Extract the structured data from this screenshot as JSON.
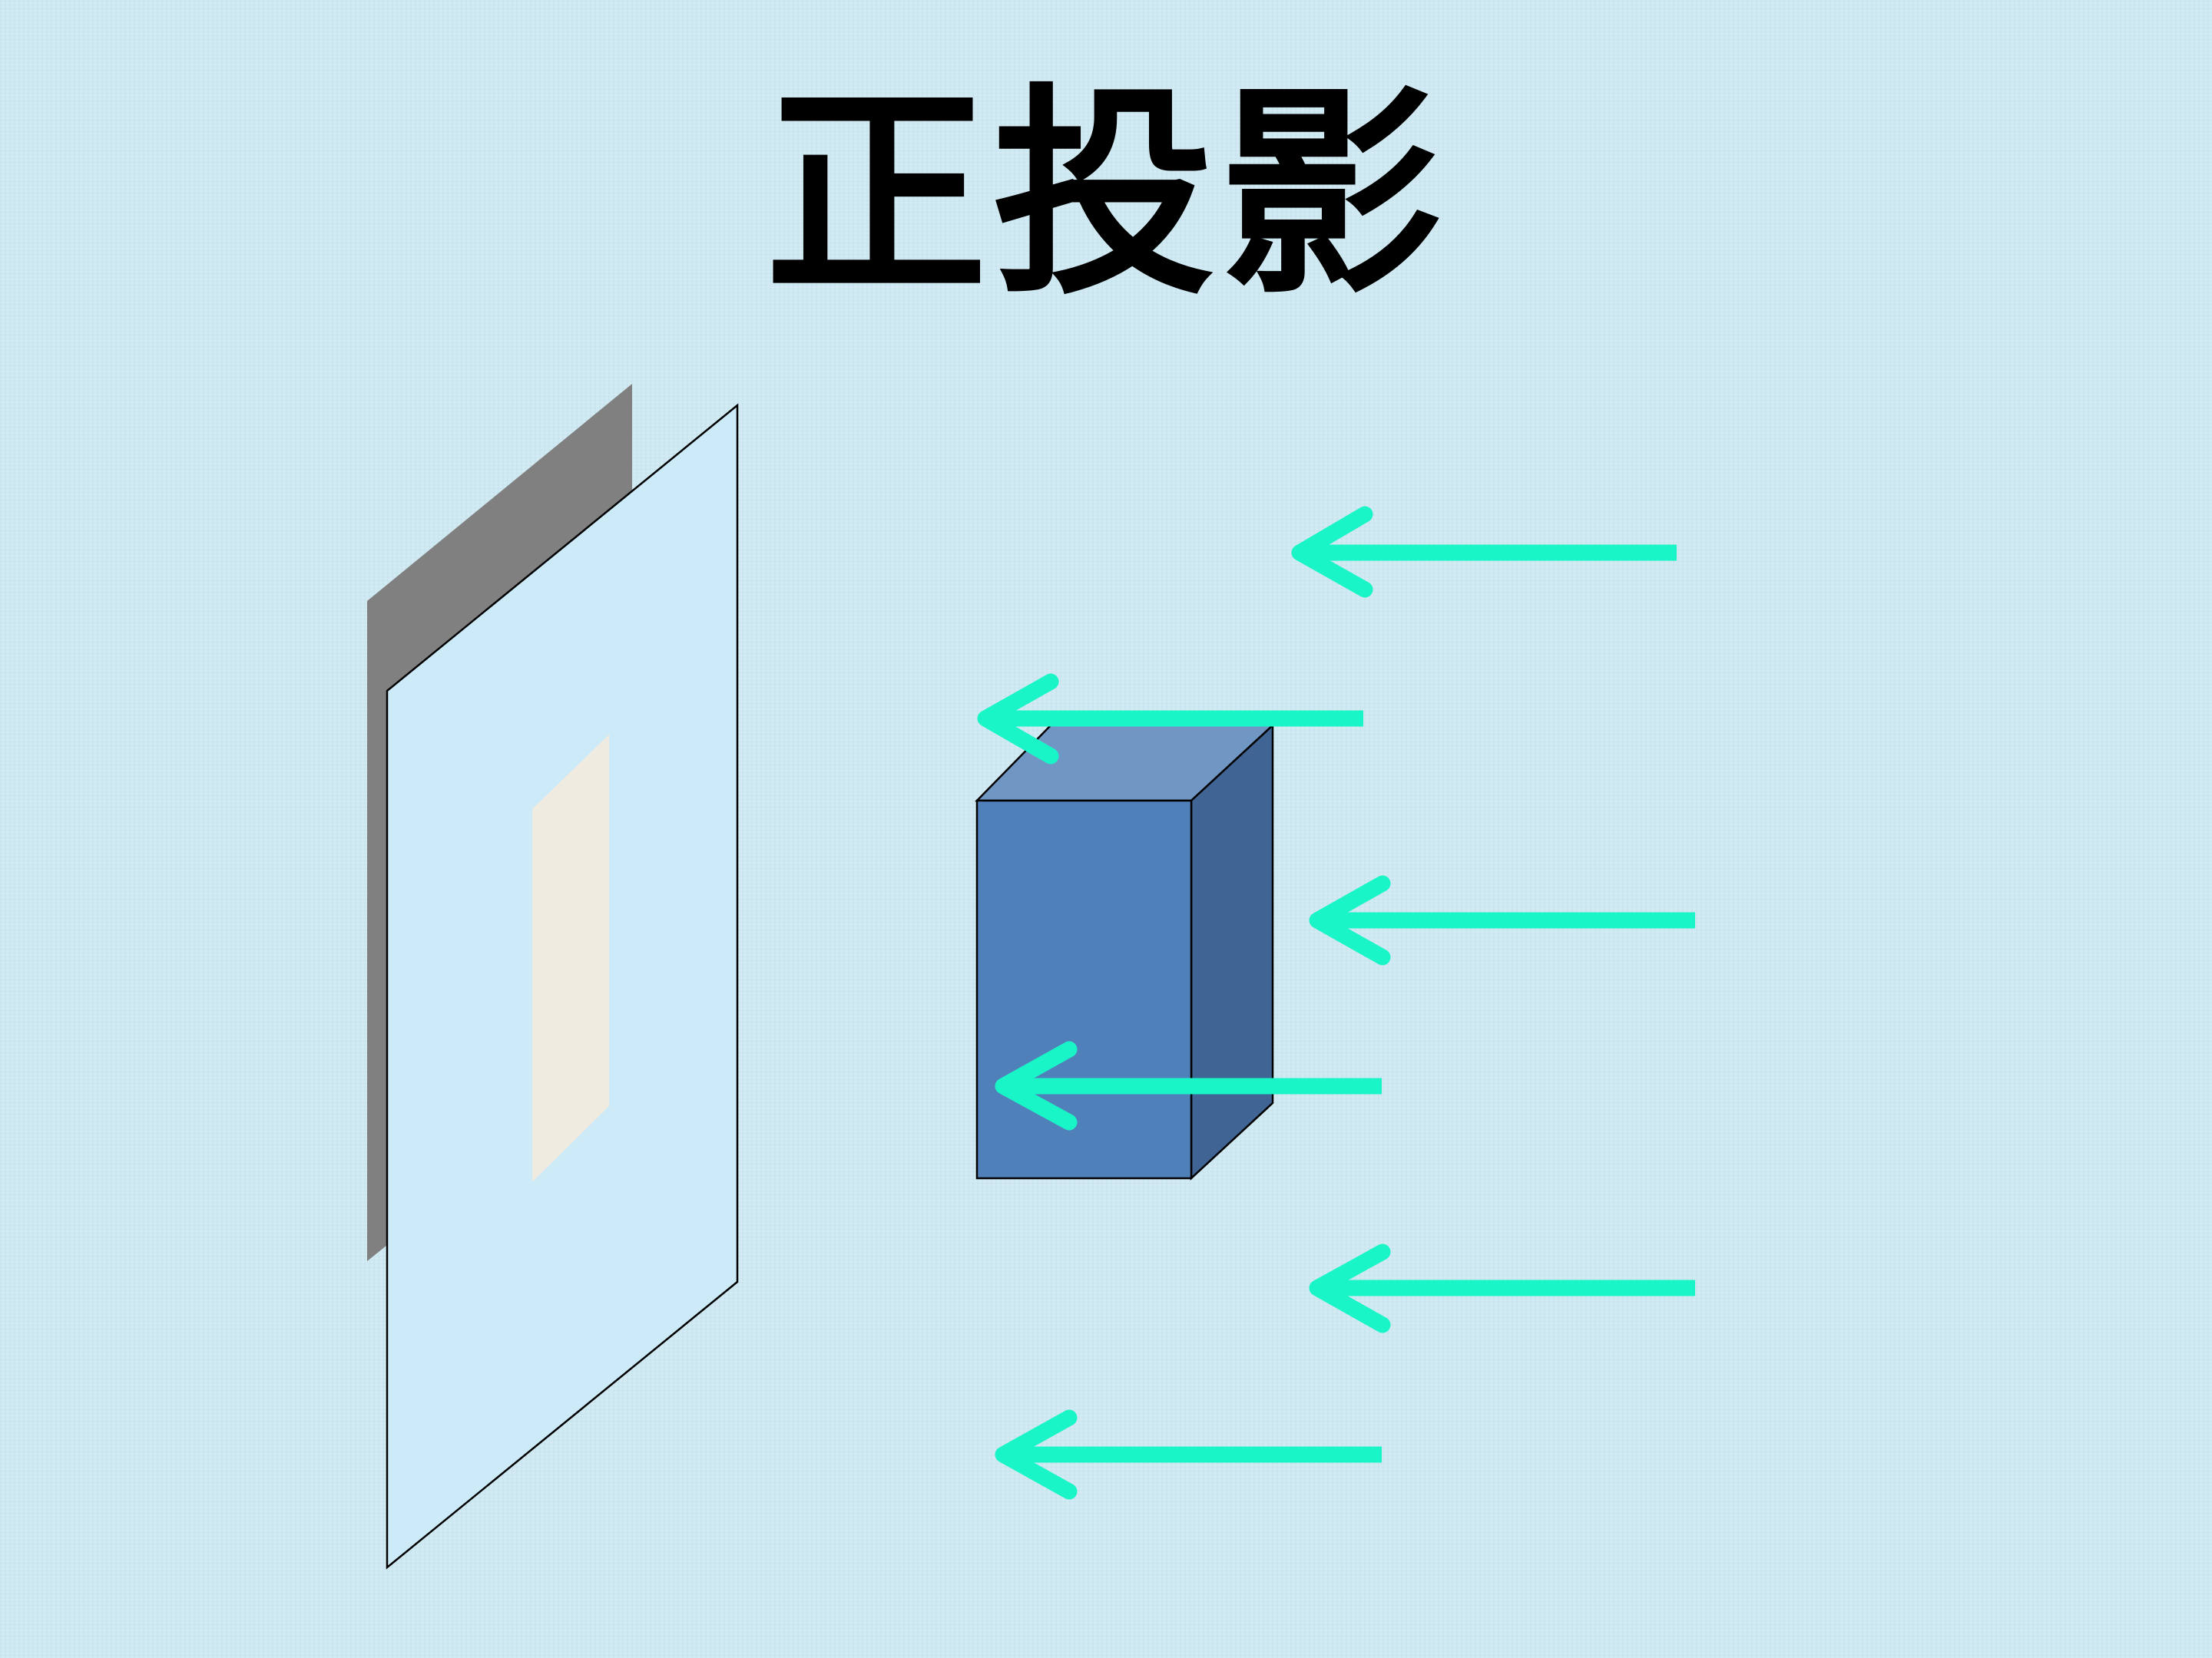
{
  "title": "正投影",
  "colors": {
    "background": "#cfe9f2",
    "plane_front": "#cdeaf9",
    "plane_back": "#808080",
    "projection_image": "#efebe1",
    "box_front": "#4f80ba",
    "box_top": "#7097c4",
    "box_side": "#406493",
    "arrows": "#1af5c8",
    "outline": "#000000"
  },
  "icons": {
    "projection_plane": "projection-plane",
    "projection_image": "projection-image",
    "object": "rectangular-box",
    "rays": "left-arrow"
  },
  "projection_rays": {
    "count": 6,
    "direction": "left"
  }
}
